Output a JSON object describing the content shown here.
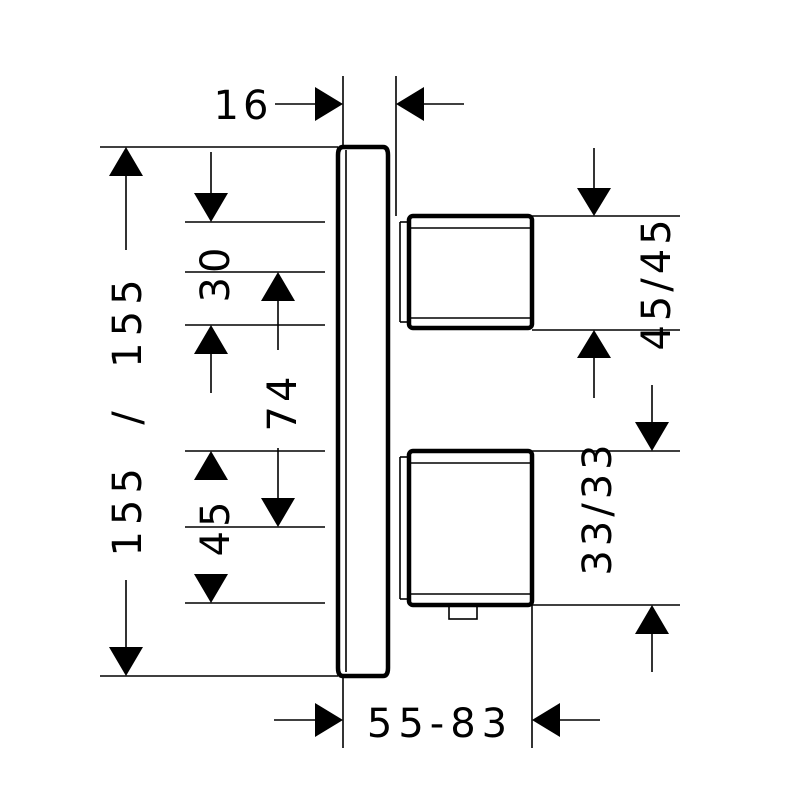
{
  "dimensions": {
    "plate_depth": "16",
    "total_height": "155  /  155",
    "upper_offset": "30",
    "handle_spacing": "74",
    "lower_offset": "45",
    "upper_handle_height": "45/45",
    "lower_handle_height": "33/33",
    "projection": "55-83"
  }
}
